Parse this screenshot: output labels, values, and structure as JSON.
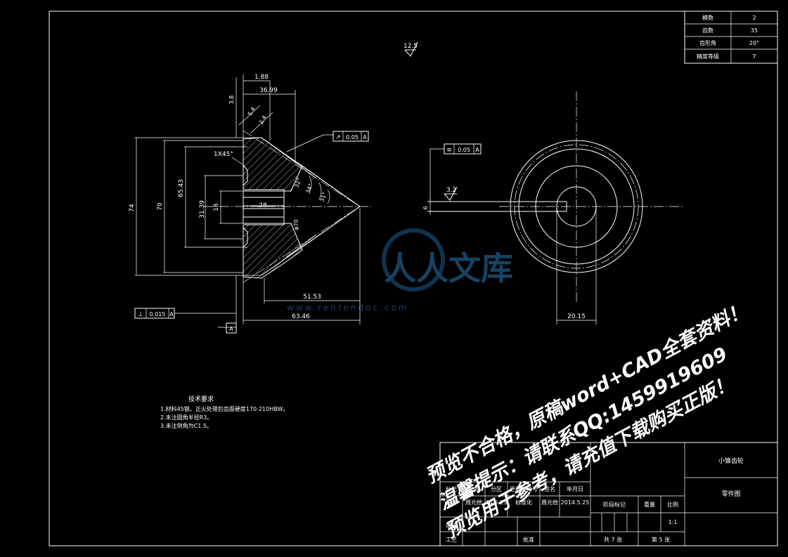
{
  "param_table": [
    {
      "label": "模数",
      "value": "2"
    },
    {
      "label": "齿数",
      "value": "35"
    },
    {
      "label": "齿形角",
      "value": "20°"
    },
    {
      "label": "精度等级",
      "value": "7"
    }
  ],
  "roughness": {
    "top": "12.5",
    "shaft": "3.2"
  },
  "dims": {
    "d1_88": "1.88",
    "d36_99": "36.99",
    "d3_8": "3.8",
    "d5_4": "5.4",
    "d2_4": "2.4",
    "d74": "74",
    "d70": "70",
    "d65_43": "65.43",
    "d31_39": "31.39",
    "d16": "16",
    "d28": "28",
    "chamfer": "1X45°",
    "ang32": "32°",
    "ang34": "34°",
    "ang31": "31°",
    "phi70": "φ70",
    "d51_53": "51.53",
    "d63_46": "63.46",
    "key6": "6",
    "d20_15": "20.15"
  },
  "tolerances": {
    "runout": "0.05",
    "runout_ref": "A",
    "sym": "0.05",
    "sym_ref": "A",
    "perp": "0.015",
    "perp_ref": "A",
    "datum": "A"
  },
  "tech": {
    "title": "技术要求",
    "lines": [
      "1.材料45钢，正火处理后齿面硬度170-210HBW。",
      "2.未注圆角半径R3。",
      "3.未注倒角为C1.5。"
    ]
  },
  "titleblock": {
    "part_name": "小锥齿轮",
    "drawing_type": "零件图",
    "hdr": [
      "标记",
      "处数",
      "分区",
      "更改文件号",
      "签名",
      "年月日"
    ],
    "design": "设计",
    "designer": "周元他",
    "date1": "14.5.25",
    "std": "标准化",
    "std_name": "周元他",
    "date2": "2014.5.25",
    "stage": "阶段标记",
    "weight": "重量",
    "scale_label": "比例",
    "scale": "1:1",
    "review": "审核",
    "process": "工艺",
    "approve": "批准",
    "total": "共 7 张",
    "sheet": "第 5 张"
  },
  "watermark": {
    "logo": "人人文库",
    "url": "www.renrendoc.com",
    "lines": [
      "预览不合格，原稿word+CAD全套资料！",
      "温馨提示：请联系QQ:1459919609",
      "预览用于参考，请充值下载购买正版！"
    ]
  }
}
